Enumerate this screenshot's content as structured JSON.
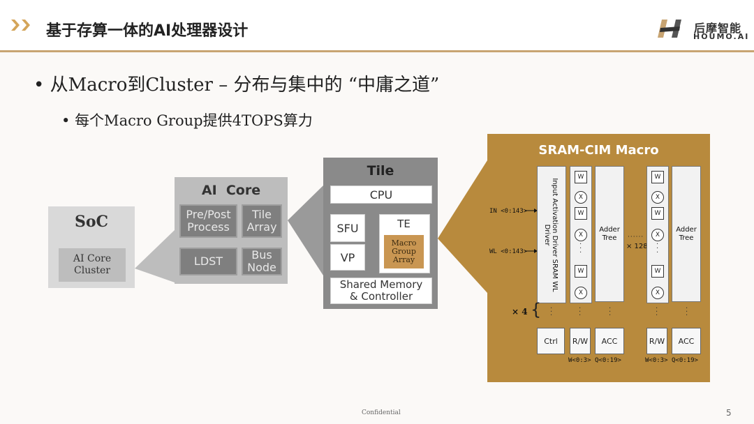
{
  "header": {
    "title": "基于存算一体的AI处理器设计",
    "logo_name": "后摩智能",
    "logo_sub": "HOUMO.AI"
  },
  "bullets": {
    "main": "从Macro到Cluster – 分布与集中的 “中庸之道”",
    "sub": "每个Macro Group提供4TOPS算力"
  },
  "soc": {
    "title": "SoC",
    "cluster_label": "AI Core Cluster"
  },
  "ai_core": {
    "title": "AI  Core",
    "cells": [
      "Pre/Post Process",
      "Tile Array",
      "LDST",
      "Bus Node"
    ]
  },
  "tile": {
    "title": "Tile",
    "cpu": "CPU",
    "sfu": "SFU",
    "vp": "VP",
    "te": "TE",
    "macro_group": "Macro Group Array",
    "shared_memory": "Shared Memory & Controller"
  },
  "cim": {
    "title": "SRAM-CIM Macro",
    "in_signal": "IN <0:143>",
    "wl_signal": "WL <0:143>",
    "driver_label": "Input Activation Driver SRAM WL Driver",
    "adder_tree": "Adder Tree",
    "w": "W",
    "x": "X",
    "repeat_128": "× 128",
    "repeat_4": "× 4",
    "ctrl": "Ctrl",
    "rw": "R/W",
    "acc": "ACC",
    "w_bus": "W<0:3>",
    "q_bus": "Q<0:19>"
  },
  "footer": {
    "confidential": "Confidential",
    "page": "5"
  },
  "colors": {
    "accent": "#c8a472",
    "cim_bg": "#b88a3d",
    "chevron": "#d4a55a"
  }
}
